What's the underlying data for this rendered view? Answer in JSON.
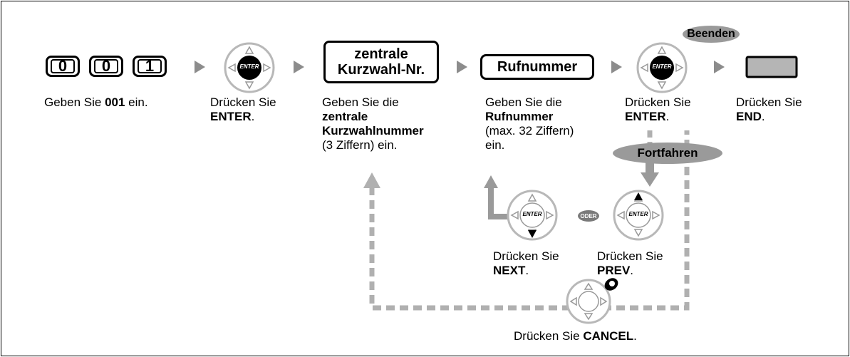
{
  "keys": [
    "0",
    "0",
    "1"
  ],
  "steps": {
    "s1": {
      "pre": "Geben Sie ",
      "bold": "001",
      "post": " ein."
    },
    "s2": {
      "line1": "Drücken Sie",
      "bold": "ENTER",
      "post": "."
    },
    "s3": {
      "line1": "Geben Sie die",
      "bold1": "zentrale",
      "bold2": "Kurzwahlnummer",
      "line4": "(3 Ziffern) ein."
    },
    "s4": {
      "line1": "Geben Sie die",
      "bold": "Rufnummer",
      "line3": "(max. 32 Ziffern)",
      "line4": "ein."
    },
    "s5": {
      "line1": "Drücken Sie",
      "bold": "ENTER",
      "post": "."
    },
    "s6": {
      "line1": "Drücken Sie",
      "bold": "END",
      "post": "."
    },
    "next": {
      "line1": "Drücken Sie",
      "bold": "NEXT",
      "post": "."
    },
    "prev": {
      "line1": "Drücken Sie",
      "bold": "PREV",
      "post": "."
    },
    "cancel": {
      "pre": "Drücken Sie ",
      "bold": "CANCEL",
      "post": "."
    }
  },
  "boxes": {
    "zentrale_line1": "zentrale",
    "zentrale_line2": "Kurzwahl-Nr.",
    "rufnummer": "Rufnummer"
  },
  "pills": {
    "beenden": "Beenden",
    "fortfahren": "Fortfahren",
    "oder": "ODER"
  },
  "button_text": {
    "enter": "ENTER"
  },
  "icons": [
    "arrow-right-icon",
    "navigator-key-icon",
    "end-key-icon",
    "up-arrow-icon",
    "down-arrow-icon",
    "cancel-key-icon"
  ],
  "colors": {
    "line": "#000000",
    "pill": "#9a9a9a",
    "dash": "#b0b0b0",
    "key_ring": "#c8c8c8",
    "end_key": "#b5b5b5"
  }
}
